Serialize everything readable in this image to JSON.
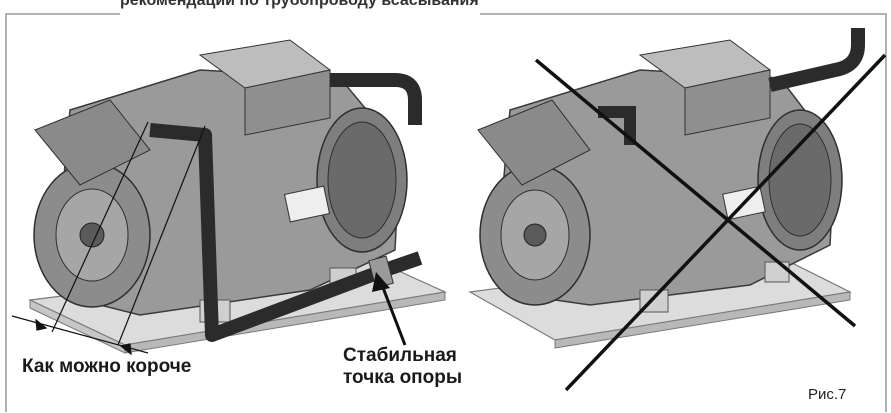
{
  "heading": "рекомендации по трубопроводу всасывания",
  "labels": {
    "left_caption": "Как можно короче",
    "right_caption_line1": "Стабильная",
    "right_caption_line2": "точка опоры",
    "figure_number": "Рис.7"
  },
  "colors": {
    "frame": "#9a9a9a",
    "pipe": "#2b2b2b",
    "compressor": "#8a8a8a",
    "base_plate": "#d9d9d9",
    "cross": "#111111"
  },
  "icons": {
    "left_panel": "compressor-correct-piping",
    "right_panel": "compressor-incorrect-piping",
    "cross": "cross-out-icon",
    "arrow": "arrow-up-right-icon"
  }
}
